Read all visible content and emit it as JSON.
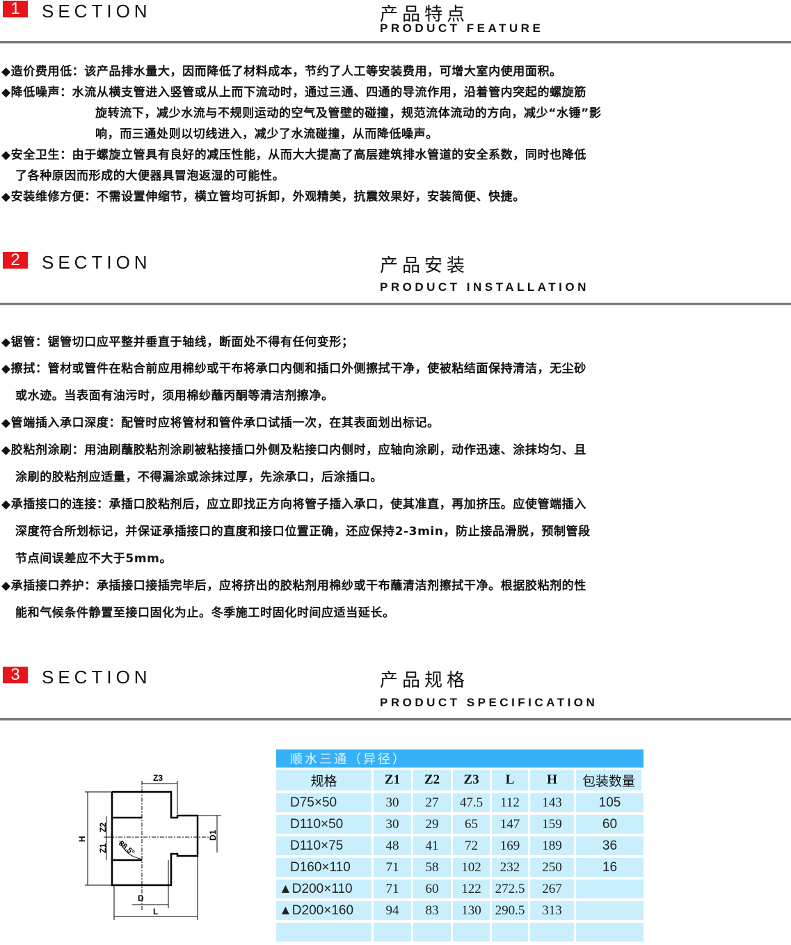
{
  "sections": [
    {
      "num": "1",
      "label": "SECTION",
      "title": "产品特点",
      "subtitle": "PRODUCT FEATURE",
      "lines": [
        "◆造价费用低：该产品排水量大，因而降低了材料成本，节约了人工等安装费用，可增大室内使用面积。",
        "◆降低噪声：水流从横支管进入竖管或从上而下流动时，通过三通、四通的导流作用，沿着管内突起的螺旋筋",
        "旋转流下，减少水流与不规则运动的空气及管壁的碰撞，规范流体流动的方向，减少“水锤”影",
        "响，而三通处则以切线进入，减少了水流碰撞，从而降低噪声。",
        "◆安全卫生：由于螺旋立管具有良好的减压性能，从而大大提高了高层建筑排水管道的安全系数，同时也降低",
        "了各种原因而形成的大便器具冒泡返湿的可能性。",
        "◆安装维修方便：不需设置伸缩节，横立管均可拆卸，外观精美，抗震效果好，安装简便、快捷。"
      ]
    },
    {
      "num": "2",
      "label": "SECTION",
      "title": "产品安装",
      "subtitle": "PRODUCT INSTALLATION",
      "lines": [
        "◆锯管：锯管切口应平整并垂直于轴线，断面处不得有任何变形；",
        "◆擦拭：管材或管件在粘合前应用棉纱或干布将承口内侧和插口外侧擦拭干净，使被粘结面保持清洁，无尘砂",
        "或水迹。当表面有油污时，须用棉纱蘸丙酮等清洁剂擦净。",
        "◆管端插入承口深度：配管时应将管材和管件承口试插一次，在其表面划出标记。",
        "◆胶粘剂涂刷：用油刷蘸胶粘剂涂刷被粘接插口外侧及粘接口内侧时，应轴向涂刷，动作迅速、涂抹均匀、且",
        "涂刷的胶粘剂应适量，不得漏涂或涂抹过厚，先涂承口，后涂插口。",
        "◆承插接口的连接：承插口胶粘剂后，应立即找正方向将管子插入承口，使其准直，再加挤压。应使管端插入",
        "深度符合所划标记，并保证承插接口的直度和接口位置正确，还应保持2-3min，防止接品滑脱，预制管段",
        "节点间误差应不大于5mm。",
        "◆承插接口养护：承插接口接插完毕后，应将挤出的胶粘剂用棉纱或干布蘸清洁剂擦拭干净。根据胶粘剂的性",
        "能和气候条件静置至接口固化为止。冬季施工时固化时间应适当延长。"
      ]
    },
    {
      "num": "3",
      "label": "SECTION",
      "title": "产品规格",
      "subtitle": "PRODUCT SPECIFICATION"
    }
  ],
  "diagram": {
    "labels": [
      "Z3",
      "H",
      "Z2",
      "Z1",
      "88.5°",
      "D1",
      "D",
      "L"
    ]
  },
  "table": {
    "caption": "顺水三通（异径）",
    "headers": [
      "规格",
      "Z1",
      "Z2",
      "Z3",
      "L",
      "H",
      "包装数量"
    ],
    "rows": [
      [
        "D75×50",
        "30",
        "27",
        "47.5",
        "112",
        "143",
        "105"
      ],
      [
        "D110×50",
        "30",
        "29",
        "65",
        "147",
        "159",
        "60"
      ],
      [
        "D110×75",
        "48",
        "41",
        "72",
        "169",
        "189",
        "36"
      ],
      [
        "D160×110",
        "71",
        "58",
        "102",
        "232",
        "250",
        "16"
      ],
      [
        "▲D200×110",
        "71",
        "60",
        "122",
        "272.5",
        "267",
        ""
      ],
      [
        "▲D200×160",
        "94",
        "83",
        "130",
        "290.5",
        "313",
        ""
      ],
      [
        "",
        "",
        "",
        "",
        "",
        "",
        ""
      ]
    ]
  },
  "colors": {
    "badge": "#e8141c",
    "table_caption": "#36b1f8",
    "table_cell": "#c9effd"
  }
}
